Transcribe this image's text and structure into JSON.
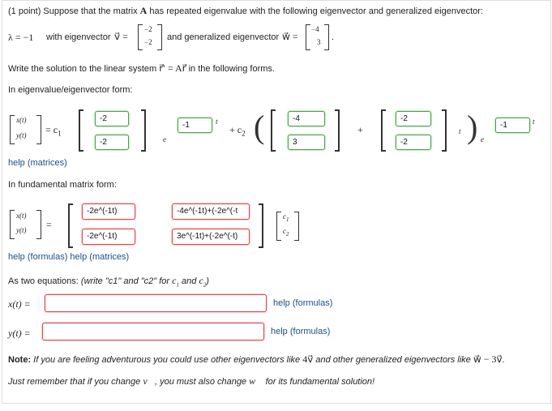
{
  "problem": {
    "points": "(1 point)",
    "intro": "Suppose that the matrix",
    "matrix": "A",
    "intro_end": "has repeated eigenvalue with the following eigenvector and generalized eigenvector:",
    "lambda_lhs": "λ = −1",
    "with_eig": "with eigenvector",
    "v_sym": "v⃗ =",
    "v": [
      "−2",
      "−2"
    ],
    "and_gen": "and generalized eigenvector",
    "w_sym": "w⃗ =",
    "w": [
      "−4",
      "3"
    ],
    "period": ".",
    "write_solution": "Write the solution to the linear system",
    "system": "r⃗′ = Ar⃗",
    "write_end": "in the following forms."
  },
  "eig_form": {
    "label": "In eigenvalue/eigenvector form:",
    "lhs_x": "x(t)",
    "lhs_y": "y(t)",
    "eq_c1": "= c",
    "c1_sub": "1",
    "vec1": [
      "-2",
      "-2"
    ],
    "e1": "e",
    "exp1": "-1",
    "t1": "t",
    "plus_c2": "+ c",
    "c2_sub": "2",
    "vec2": [
      "-4",
      "3"
    ],
    "plus": "+",
    "vec3": [
      "-2",
      "-2"
    ],
    "t_mid": "t",
    "e2": "e",
    "exp2": "-1",
    "t2": "t",
    "help_matrices": "help (matrices)"
  },
  "fund_form": {
    "label": "In fundamental matrix form:",
    "lhs_x": "x(t)",
    "lhs_y": "y(t)",
    "eq": "=",
    "m11": "-2e^(-1t)",
    "m12": "-4e^(-1t)+(-2e^(-t",
    "m21": "-2e^(-1t)",
    "m22": "3e^(-1t)+(-2e^(-t)",
    "c1": "c",
    "c1_sub": "1",
    "c2": "c",
    "c2_sub": "2",
    "help_formulas": "help (formulas)",
    "help_matrices": "help (matrices)"
  },
  "two_eq": {
    "label": "As two equations:",
    "hint": "(write \"c1\" and \"c2\" for",
    "hint_c1": "c",
    "hint_and": "and",
    "hint_c2": "c",
    "hint_end": ")",
    "x_lhs": "x(t) =",
    "x_value": "",
    "x_help": "help (formulas)",
    "y_lhs": "y(t) =",
    "y_value": "",
    "y_help": "help (formulas)"
  },
  "note": {
    "bold": "Note:",
    "text1": "If you are feeling adventurous you could use other eigenvectors like",
    "four_v": "4v⃗",
    "text2": "and other generalized eigenvectors like",
    "w_minus": "w⃗ − 3v⃗",
    "period": ".",
    "line2a": "Just remember that if you change",
    "v": "v⃗",
    "line2b": ", you must also change",
    "w": "w⃗",
    "line2c": "for its fundamental solution!"
  },
  "colors": {
    "correct": "#4aa04a",
    "incorrect": "#dd4444",
    "link": "#1a4f8a"
  }
}
